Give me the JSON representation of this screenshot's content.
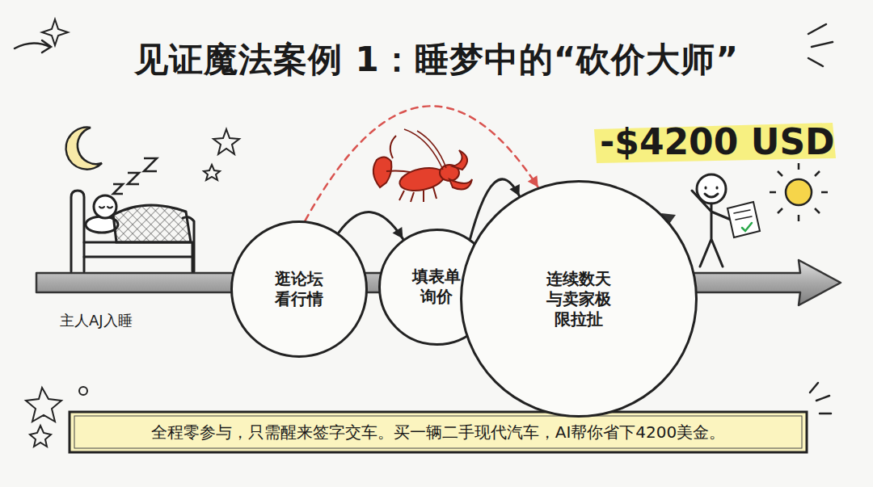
{
  "diagram": {
    "title": "见证魔法案例 1：睡梦中的“砍价大师”",
    "caption": "全程零参与，只需醒来签字交车。买一辆二手现代汽车，AI帮你省下4200美金。",
    "nodes": [
      {
        "text": [
          "逛论坛 看行情"
        ]
      },
      {
        "text": [
          "填表单 询价"
        ]
      },
      {
        "text": [
          "连续数天 与卖家极 限拉扯"
        ]
      }
    ],
    "edges": [
      {
        "from": 0,
        "to": 1,
        "arrow": "to"
      },
      {
        "from": 1,
        "to": 2,
        "arrow": "to"
      },
      {
        "from": 0,
        "to": 2,
        "arrow": "to"
      }
    ],
    "labels": [
      "主人AJ入睡",
      "-$4200 USD"
    ]
  }
}
